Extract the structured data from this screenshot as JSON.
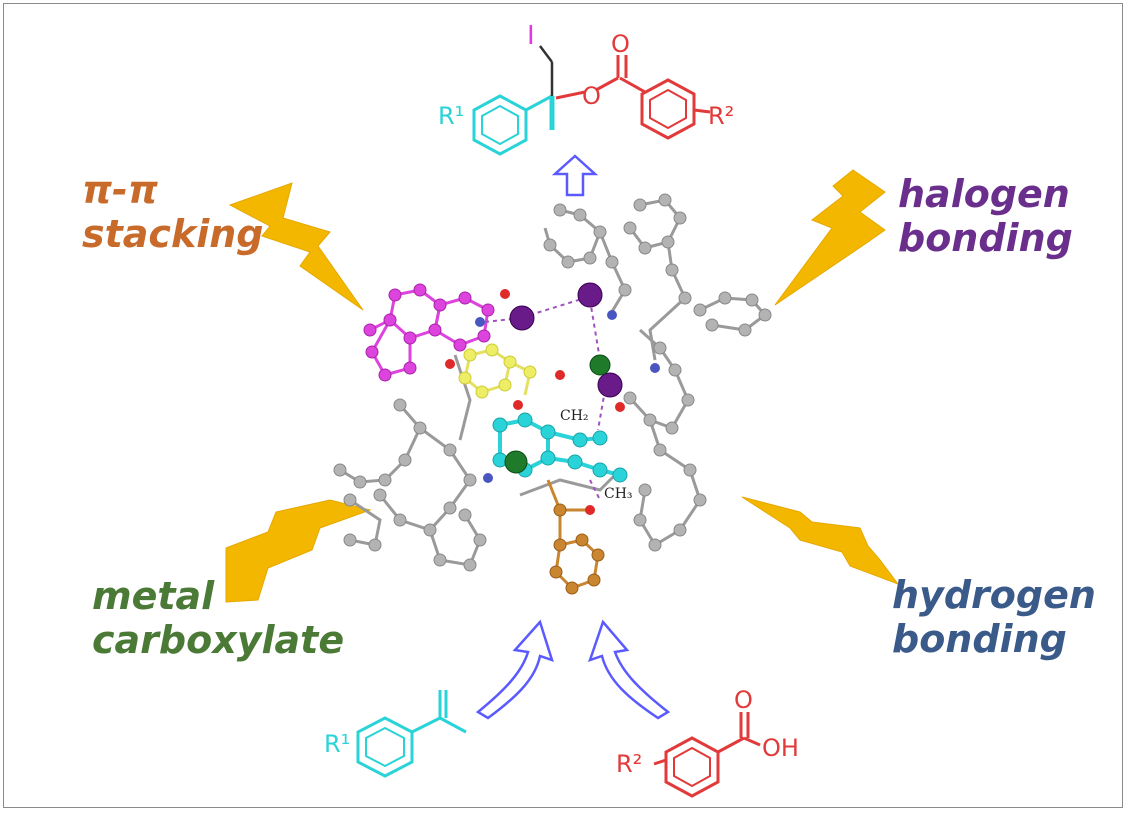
{
  "labels": {
    "pi_stacking": [
      "π-π",
      "stacking"
    ],
    "halogen_bonding": [
      "halogen",
      "bonding"
    ],
    "metal_carboxylate": [
      "metal",
      "carboxylate"
    ],
    "hydrogen_bonding": [
      "hydrogen",
      "bonding"
    ]
  },
  "molecule_text": {
    "iodine": "I",
    "oxygen": "O",
    "r1": "R¹",
    "r2": "R²",
    "oh": "OH",
    "ch2_top": "CH₂",
    "ch3": "CH₃"
  },
  "colors": {
    "pi_stacking": "#c76a2a",
    "halogen_bonding": "#6a2f8c",
    "metal_carboxylate": "#4a7a36",
    "hydrogen_bonding": "#3a5a8a",
    "bolt": "#f3b700",
    "arrow": "#5a5aff",
    "cyan": "#2ad3d8",
    "red": "#e23a3a",
    "magenta": "#dd44dd",
    "iodine": "#e238e2"
  }
}
